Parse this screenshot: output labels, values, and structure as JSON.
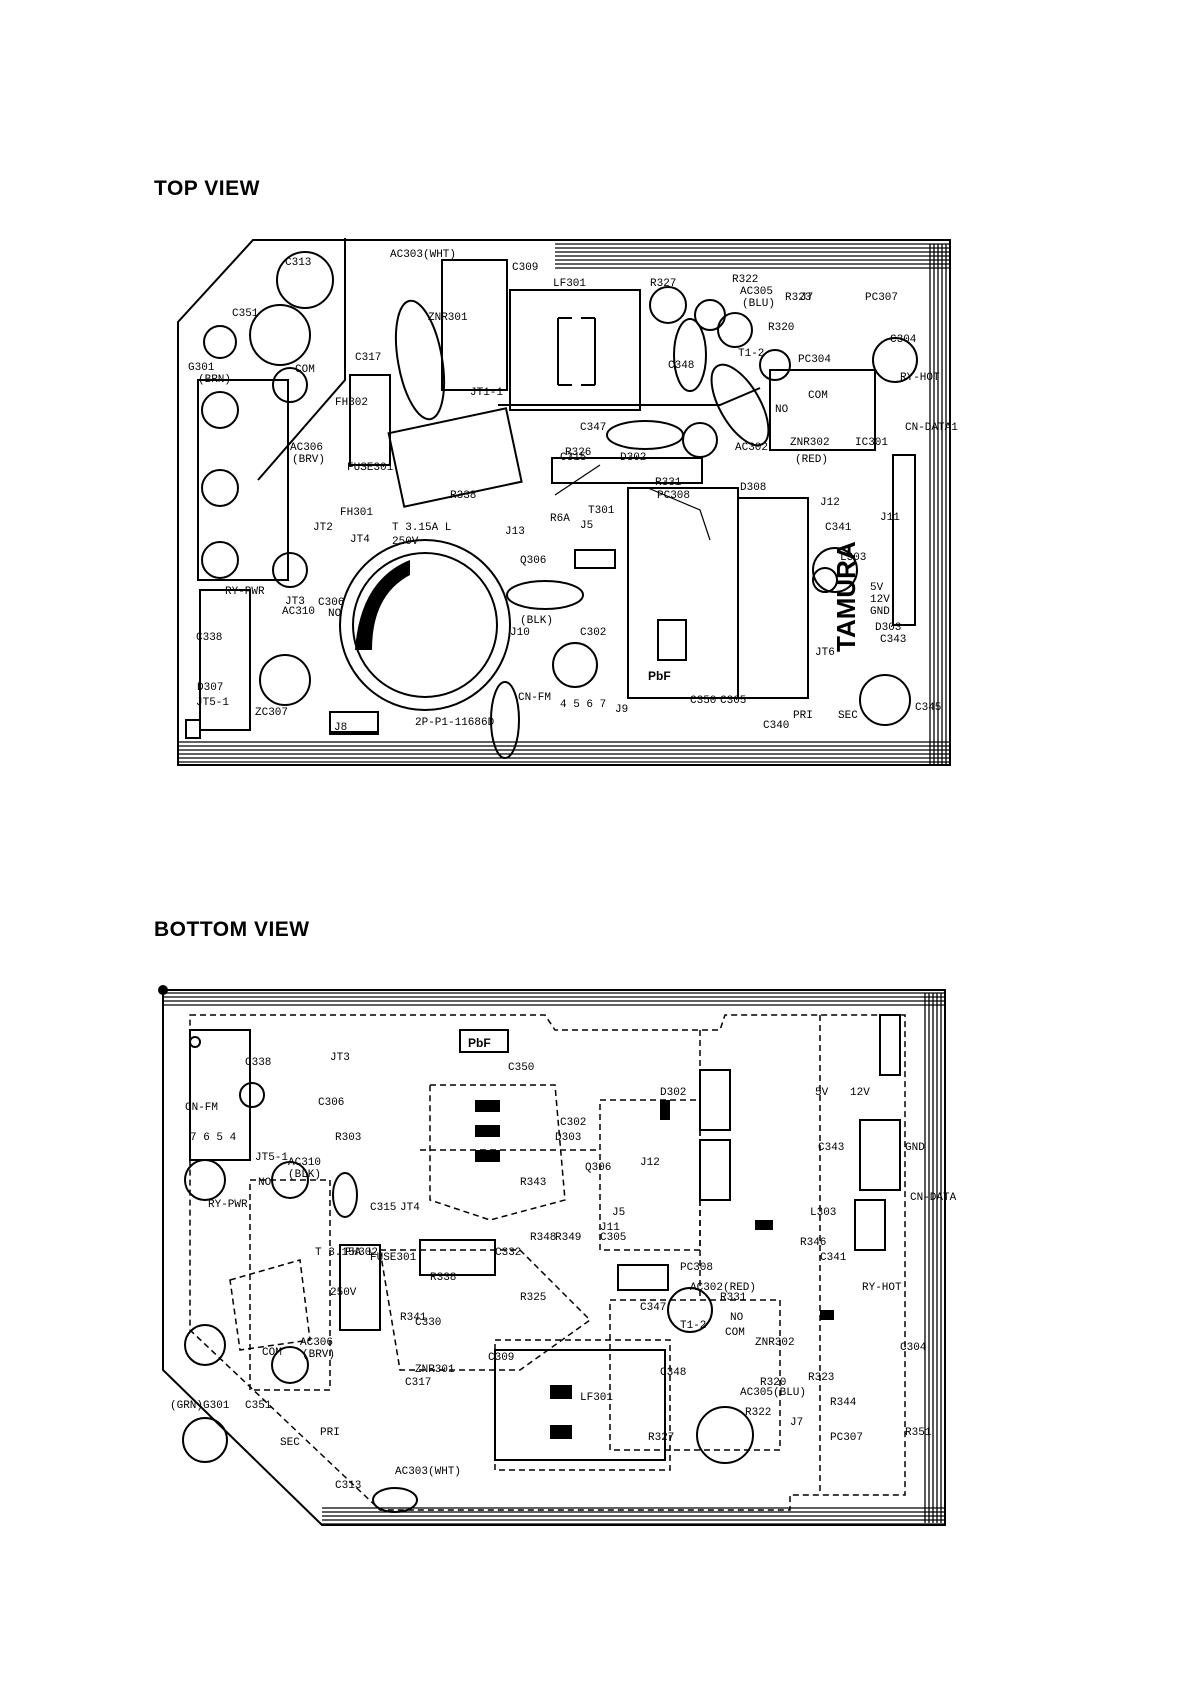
{
  "titles": {
    "top": "TOP VIEW",
    "bottom": "BOTTOM VIEW"
  },
  "top_view": {
    "labels": [
      "AC303(WHT)",
      "C313",
      "C309",
      "LF301",
      "R327",
      "R322",
      "AC305",
      "(BLU)",
      "J7",
      "R323",
      "PC307",
      "C351",
      "ZNR301",
      "C317",
      "C304",
      "R320",
      "PC304",
      "C348",
      "T1-2",
      "G301",
      "(BRN)",
      "COM",
      "FH302",
      "JT1-1",
      "NO",
      "COM",
      "RY-HOT",
      "CN-DATA1",
      "C347",
      "AC302",
      "ZNR302",
      "(RED)",
      "AC306",
      "(BRV)",
      "FUSE301",
      "R326",
      "IC301",
      "R331",
      "PC308",
      "D308",
      "J12",
      "FH301",
      "T 3.15A L",
      "250V",
      "R338",
      "R6A",
      "T301",
      "J5",
      "J13",
      "JT2",
      "JT4",
      "C341",
      "J11",
      "L303",
      "Q306",
      "5V",
      "12V",
      "GND",
      "RY-PWR",
      "C306",
      "NO",
      "JT3",
      "AC310",
      "(BLK)",
      "C302",
      "D303",
      "C343",
      "J10",
      "JT6",
      "TAMURA",
      "D307",
      "ZC307",
      "JT5-1",
      "C338",
      "CN-FM",
      "4 5 6 7",
      "C350",
      "C305",
      "PRI",
      "SEC",
      "C345",
      "C340",
      "J9",
      "J8",
      "2P-P1-11686D",
      "PbF",
      "C315",
      "D302"
    ],
    "pbf_mark": "PbF",
    "tamura_logo": "TAMURA"
  },
  "bottom_view": {
    "labels": [
      "C338",
      "JT3",
      "CN-FM",
      "7 6 5 4",
      "JT5-1",
      "AC310",
      "(BLK)",
      "NO",
      "RY-PWR",
      "C306",
      "R303",
      "C315",
      "JT4",
      "PbF",
      "C350",
      "D303",
      "C302",
      "Q306",
      "J5",
      "R343",
      "R348",
      "R349",
      "C305",
      "D302",
      "PC308",
      "R331",
      "AC302(RED)",
      "C347",
      "T1-2",
      "ZNR302",
      "COM",
      "NO",
      "C348",
      "AC305(BLU)",
      "R320",
      "R322",
      "J7",
      "PC307",
      "R344",
      "R323",
      "R327",
      "LF301",
      "C309",
      "ZNR301",
      "C317",
      "AC303(WHT)",
      "C313",
      "SEC",
      "PRI",
      "C351",
      "(GRN)G301",
      "COM",
      "AC306",
      "(BRV)",
      "FH302",
      "T 3.15A L",
      "250V",
      "FUSE301",
      "R338",
      "C330",
      "R341",
      "C332",
      "5V",
      "12V",
      "GND",
      "CN-DATA",
      "RY-HOT",
      "C304",
      "R351",
      "C343",
      "L303",
      "R346",
      "J11",
      "J12",
      "C341",
      "R325"
    ],
    "pbf_mark": "PbF"
  }
}
